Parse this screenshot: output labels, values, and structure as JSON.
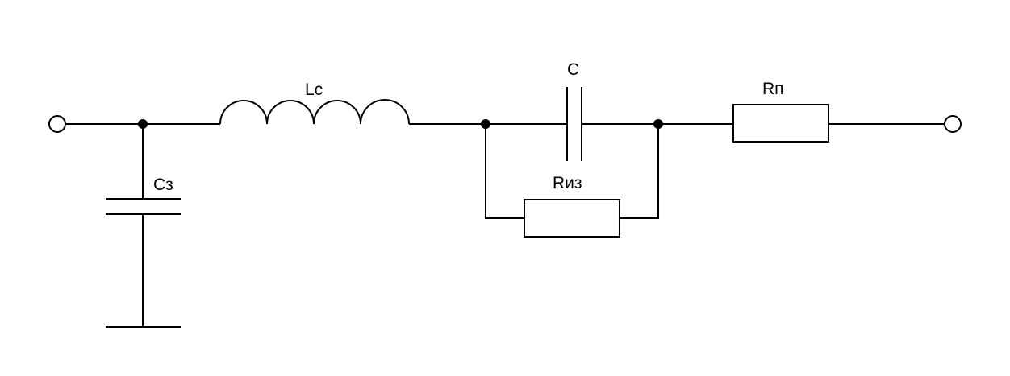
{
  "labels": {
    "c3": "Сз",
    "lc": "Lс",
    "c": "С",
    "riz": "Rиз",
    "rp": "Rп"
  },
  "colors": {
    "line": "#000000",
    "background": "#ffffff"
  }
}
